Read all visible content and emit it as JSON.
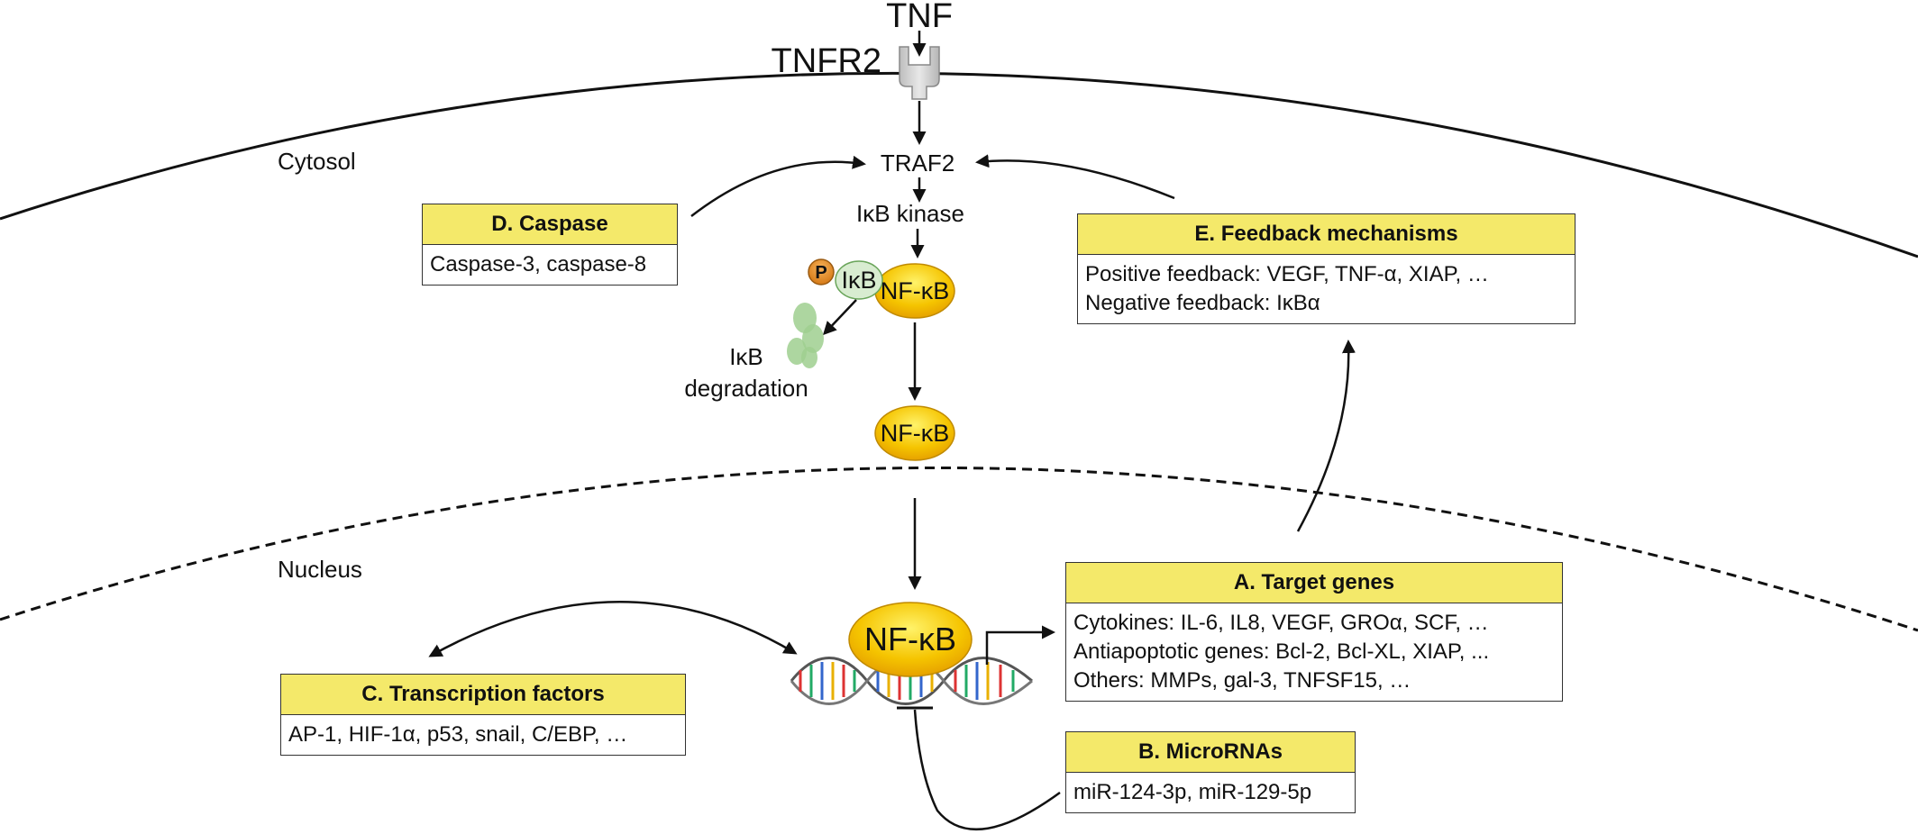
{
  "labels": {
    "tnf": "TNF",
    "tnfr2": "TNFR2",
    "cytosol": "Cytosol",
    "nucleus": "Nucleus",
    "traf2": "TRAF2",
    "ikb_kinase": "IκB kinase",
    "p": "P",
    "ikb": "IκB",
    "nfkb": "NF-κB",
    "ikb_degradation_line1": "IκB",
    "ikb_degradation_line2": "degradation"
  },
  "boxes": {
    "caspase": {
      "title": "D. Caspase",
      "lines": [
        "Caspase-3, caspase-8"
      ]
    },
    "feedback": {
      "title": "E. Feedback mechanisms",
      "lines": [
        "Positive feedback: VEGF, TNF-α, XIAP, …",
        "Negative feedback: IκBα"
      ]
    },
    "target_genes": {
      "title": "A. Target genes",
      "lines": [
        "Cytokines: IL-6, IL8, VEGF, GROα, SCF, …",
        "Antiapoptotic genes: Bcl-2, Bcl-XL, XIAP, ...",
        "Others: MMPs, gal-3, TNFSF15, …"
      ]
    },
    "transcription_factors": {
      "title": "C. Transcription factors",
      "lines": [
        "AP-1, HIF-1α, p53, snail, C/EBP, …"
      ]
    },
    "micrornas": {
      "title": "B. MicroRNAs",
      "lines": [
        "miR-124-3p, miR-129-5p"
      ]
    }
  },
  "colors": {
    "box_header": "#f4e96a",
    "nfkb_fill": "#f5c400",
    "p_fill": "#e58a1f",
    "ikb_fill": "#d8ecd0",
    "degradation_fill": "#9fcf8f",
    "receptor_fill": "#cfcfcf"
  }
}
